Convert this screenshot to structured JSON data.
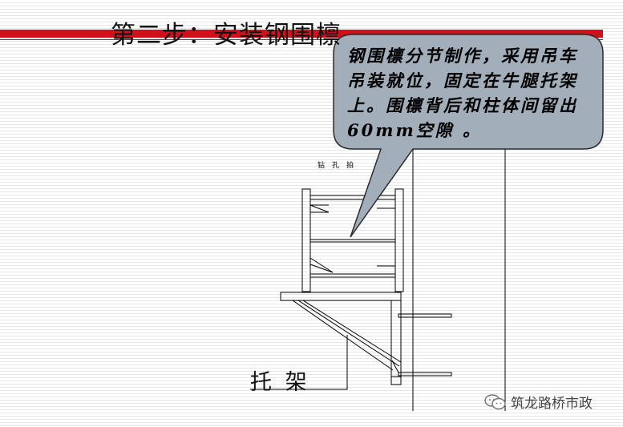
{
  "slide": {
    "title": "第二步：安装钢围檩"
  },
  "callout": {
    "text": "钢围檩分节制作，采用吊车吊装就位，固定在牛腿托架上。围檩背后和柱体间留出60mm空隙 。",
    "fill": "#a3aebb",
    "border": "#2b2b2b"
  },
  "diagram": {
    "bracket_label": "托 架",
    "drill_label": "钻孔拍"
  },
  "watermark": {
    "text": "筑龙路桥市政",
    "icon": "wechat-icon"
  },
  "colors": {
    "accent_red": "#d0101a"
  }
}
